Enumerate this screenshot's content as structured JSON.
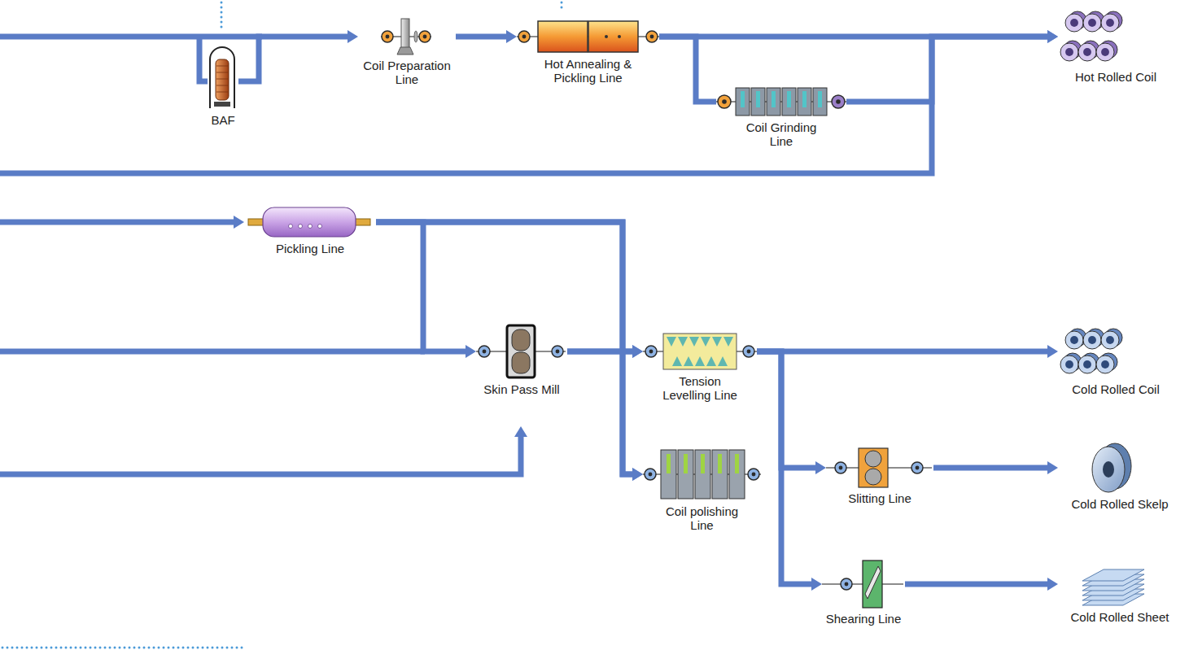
{
  "diagram": {
    "nodes": [
      {
        "text": [
          "BAF"
        ]
      },
      {
        "text": [
          "Coil Preparation Line"
        ]
      },
      {
        "text": [
          "Hot Annealing & Pickling Line"
        ]
      },
      {
        "text": [
          "Coil Grinding Line"
        ]
      },
      {
        "text": [
          "Hot Rolled Coil"
        ]
      },
      {
        "text": [
          "Pickling Line"
        ]
      },
      {
        "text": [
          "Skin Pass Mill"
        ]
      },
      {
        "text": [
          "Tension Levelling Line"
        ]
      },
      {
        "text": [
          "Coil polishing Line"
        ]
      },
      {
        "text": [
          "Cold Rolled Coil"
        ]
      },
      {
        "text": [
          "Slitting Line"
        ]
      },
      {
        "text": [
          "Cold Rolled Skelp"
        ]
      },
      {
        "text": [
          "Shearing Line"
        ]
      },
      {
        "text": [
          "Cold Rolled Sheet"
        ]
      }
    ],
    "edges": [
      {
        "from": 0,
        "to": 1,
        "arrow": "to"
      },
      {
        "from": 1,
        "to": 2,
        "arrow": "to"
      },
      {
        "from": 2,
        "to": 3,
        "arrow": "none"
      },
      {
        "from": 2,
        "to": 4,
        "arrow": "to"
      },
      {
        "from": 3,
        "to": 4,
        "arrow": "to"
      },
      {
        "from": 5,
        "to": 6,
        "arrow": "to"
      },
      {
        "from": 5,
        "to": 7,
        "arrow": "to"
      },
      {
        "from": 5,
        "to": 8,
        "arrow": "to"
      },
      {
        "from": 6,
        "to": 7,
        "arrow": "to"
      },
      {
        "from": 6,
        "to": 8,
        "arrow": "to"
      },
      {
        "from": 7,
        "to": 9,
        "arrow": "to"
      },
      {
        "from": 7,
        "to": 10,
        "arrow": "to"
      },
      {
        "from": 7,
        "to": 12,
        "arrow": "to"
      },
      {
        "from": 10,
        "to": 11,
        "arrow": "to"
      },
      {
        "from": 12,
        "to": 13,
        "arrow": "to"
      }
    ]
  }
}
